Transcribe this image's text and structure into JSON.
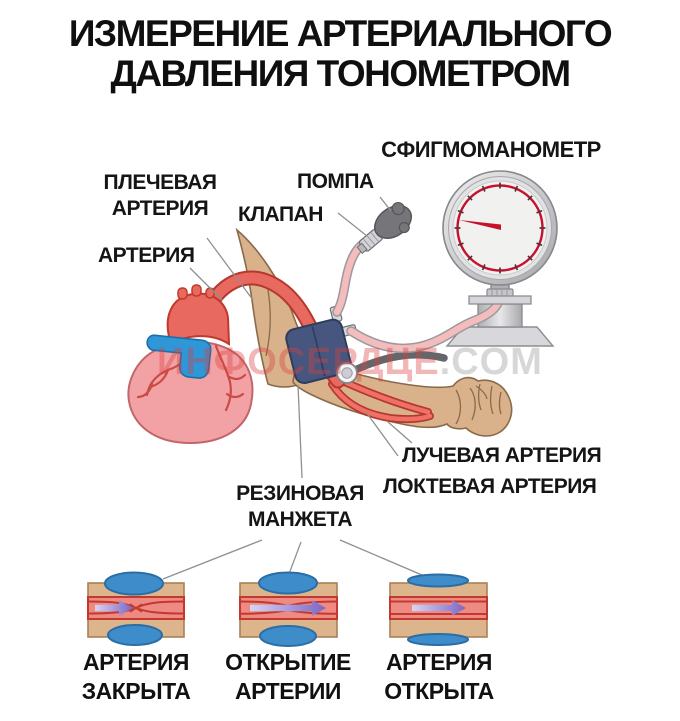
{
  "title": {
    "line1": "ИЗМЕРЕНИЕ АРТЕРИАЛЬНОГО",
    "line2": "ДАВЛЕНИЯ ТОНОМЕТРОМ"
  },
  "labels": {
    "sphygmomanometer": "СФИГМОМАНОМЕТР",
    "brachial_line1": "ПЛЕЧЕВАЯ",
    "brachial_line2": "АРТЕРИЯ",
    "pump": "ПОМПА",
    "valve": "КЛАПАН",
    "artery": "АРТЕРИЯ",
    "radial": "ЛУЧЕВАЯ АРТЕРИЯ",
    "ulnar": "ЛОКТЕВАЯ АРТЕРИЯ",
    "cuff_line1": "РЕЗИНОВАЯ",
    "cuff_line2": "МАНЖЕТА"
  },
  "stages": [
    {
      "line1": "АРТЕРИЯ",
      "line2": "ЗАКРЫТА"
    },
    {
      "line1": "ОТКРЫТИЕ",
      "line2": "АРТЕРИИ"
    },
    {
      "line1": "АРТЕРИЯ",
      "line2": "ОТКРЫТА"
    }
  ],
  "watermark": {
    "brand": "ИНФОСЕРДЦЕ",
    "tld": ".COM"
  },
  "colors": {
    "skin": "#d9b28c",
    "skin_outline": "#8a6a4a",
    "artery_red": "#e8695f",
    "artery_dark": "#b5382e",
    "heart_pink": "#f2a2a4",
    "vessel_blue": "#2f96d8",
    "cuff_navy": "#46567e",
    "tube_pink": "#f4bcbd",
    "pump_gray": "#76767a",
    "gauge_red": "#c8102e",
    "metal_gray": "#c6c6ca",
    "pad_blue": "#3e8cc9",
    "flow_purple": "#7a66c6"
  }
}
